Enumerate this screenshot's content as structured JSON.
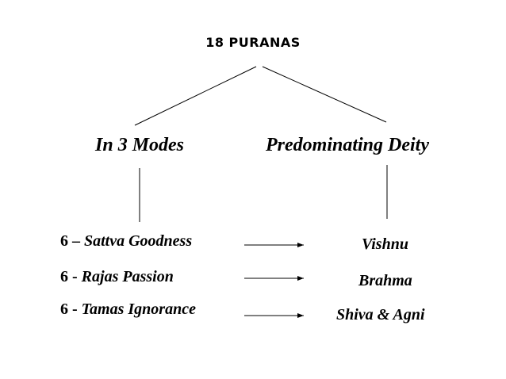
{
  "title": "18 PURANAS",
  "branches": {
    "left": "In 3 Modes",
    "right": "Predominating Deity"
  },
  "rows": [
    {
      "count": "6 –",
      "mode": "Sattva Goodness",
      "deity": "Vishnu"
    },
    {
      "count": "6 -",
      "mode": "Rajas Passion",
      "deity": "Brahma"
    },
    {
      "count": "6 -",
      "mode": "Tamas Ignorance",
      "deity": "Shiva & Agni"
    }
  ]
}
